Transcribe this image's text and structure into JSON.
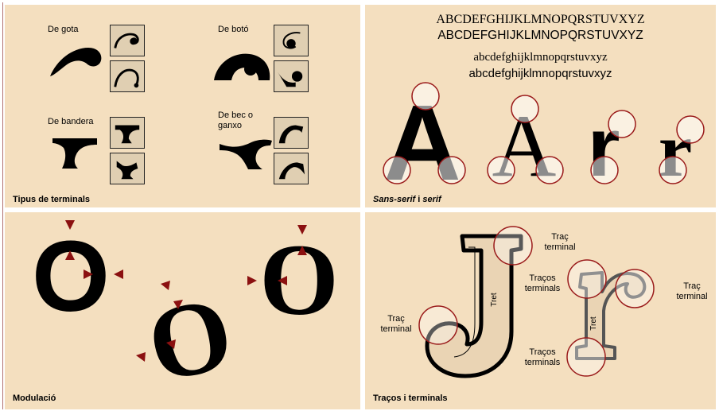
{
  "terminals_panel": {
    "caption": "Tipus de terminals",
    "labels": {
      "gota": "De gota",
      "boto": "De botó",
      "bandera": "De bandera",
      "bec": "De bec o ganxo"
    }
  },
  "serif_panel": {
    "caption_part1": "Sans-serif",
    "caption_part2": " i ",
    "caption_part3": "serif",
    "upper_serif": "ABCDEFGHIJKLMNOPQRSTUVXYZ",
    "upper_sans": "ABCDEFGHIJKLMNOPQRSTUVXYZ",
    "lower_serif": "abcdefghijklmnopqrstuvxyz",
    "lower_sans": "abcdefghijklmnopqrstuvxyz",
    "sample_letters": [
      "A",
      "A",
      "r",
      "r"
    ]
  },
  "modulation_panel": {
    "caption": "Modulació",
    "letters": [
      "O",
      "O",
      "O"
    ]
  },
  "strokes_panel": {
    "caption": "Traços i terminals",
    "big_letter_1": "J",
    "big_letter_2": "r",
    "stroke_label": "Tret",
    "label_trac_terminal": "Traç terminal",
    "label_tracos_terminals": "Traços terminals"
  },
  "colors": {
    "panel_bg": "#f4dfbf",
    "box_bg": "#e0cfb2",
    "circle_stroke": "#9a1a1a",
    "arrow_fill": "#8b1010"
  }
}
